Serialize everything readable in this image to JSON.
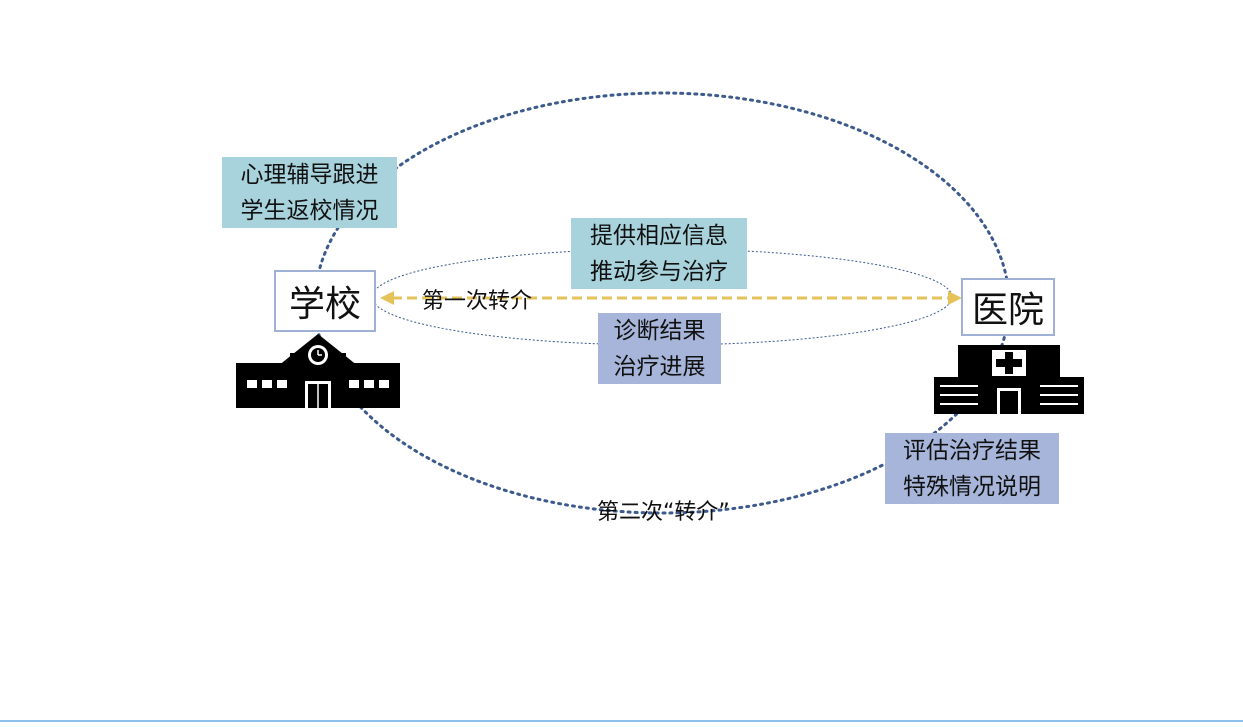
{
  "nodes": {
    "school": "学校",
    "hospital": "医院"
  },
  "boxes": {
    "psych_followup": [
      "心理辅导跟进",
      "学生返校情况"
    ],
    "provide_info": [
      "提供相应信息",
      "推动参与治疗"
    ],
    "diagnosis": [
      "诊断结果",
      "治疗进展"
    ],
    "evaluate": [
      "评估治疗结果",
      "特殊情况说明"
    ]
  },
  "labels": {
    "first_referral": "第一次转介",
    "second_referral": "第二次“转介”"
  },
  "icons": {
    "school": "school-building-icon",
    "hospital": "hospital-building-icon"
  },
  "colors": {
    "teal_box": "#a8d2dc",
    "blue_box": "#a6b5d9",
    "dotted_line": "#3c5a8c",
    "arrow": "#e6c25a",
    "bottom_line": "#8cc3ea"
  }
}
